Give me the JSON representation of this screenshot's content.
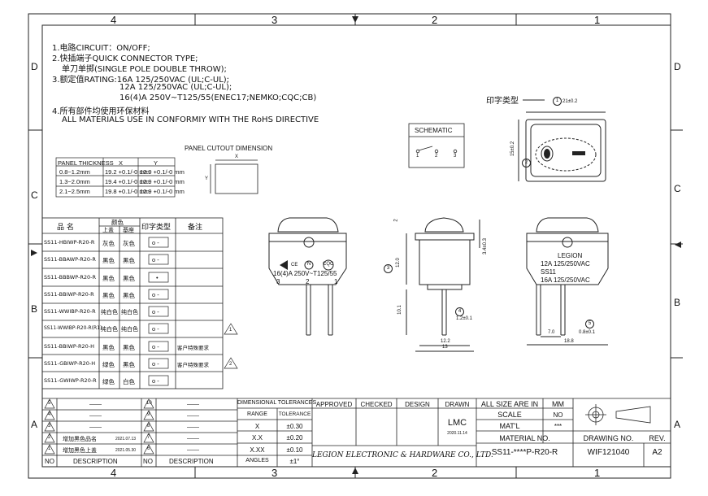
{
  "zones": {
    "top": [
      "4",
      "3",
      "2",
      "1"
    ],
    "bottom": [
      "4",
      "3",
      "2",
      "1"
    ],
    "left": [
      "D",
      "C",
      "B",
      "A"
    ],
    "right": [
      "D",
      "C",
      "B",
      "A"
    ]
  },
  "notes": [
    "1.电路CIRCUIT：ON/OFF;",
    "2.快插端子QUICK CONNECTOR TYPE;",
    "单刀单掷(SINGLE POLE DOUBLE THROW);",
    "3.额定值RATING:16A 125/250VAC (UL;C-UL);",
    "12A 125/250VAC (UL;C-UL);",
    "16(4)A 250V~T125/55(ENEC17;NEMKO;CQC;CB)",
    "4.所有部件均使用环保材料",
    "ALL MATERIALS USE IN CONFORMIY WITH THE RoHS DIRECTIVE"
  ],
  "cutout": {
    "title": "PANEL CUTOUT DIMENSION",
    "x_label": "X",
    "y_label": "Y",
    "headers": [
      "PANEL THICKNESS",
      "X",
      "Y"
    ],
    "rows": [
      [
        "0.8~1.2mm",
        "19.2 +0.1/-0 mm",
        "12.9 +0.1/-0 mm"
      ],
      [
        "1.3~2.0mm",
        "19.4 +0.1/-0 mm",
        "12.9 +0.1/-0 mm"
      ],
      [
        "2.1~2.5mm",
        "19.8 +0.1/-0 mm",
        "12.9 +0.1/-0 mm"
      ]
    ]
  },
  "schematic": {
    "title": "SCHEMATIC",
    "pins": [
      "1",
      "2",
      "3"
    ]
  },
  "print_label": "印字类型",
  "top_view": {
    "dim_width": "21±0.2",
    "dim_height": "15±0.2",
    "callout_1": "1",
    "callout_2": "2"
  },
  "front_view": {
    "pins": [
      "3",
      "2",
      "1"
    ],
    "marking": "16(4)A 250V~T125/55",
    "certs": [
      "CQC",
      "N",
      "CE"
    ]
  },
  "side_view": {
    "dim_top": "2",
    "dim_body": "12.0",
    "dim_right": "3.4±0.3",
    "dim_pin": "10.1",
    "dim_w1": "12.2",
    "dim_w2": "13",
    "dim_pin_t": "1.2±0.1",
    "callout_3": "3",
    "callout_4": "4"
  },
  "rear_view": {
    "marking_lines": [
      "LEGION",
      "12A 125/250VAC",
      "SS11",
      "16A 125/250VAC"
    ],
    "dim_7": "7.0",
    "dim_08": "0.8±0.1",
    "dim_188": "18.8",
    "callout_5": "5"
  },
  "models_table": {
    "headers": {
      "name": "品  名",
      "color": "颜色",
      "cover": "上盖",
      "base": "基座",
      "print": "印字类型",
      "remark": "备注"
    },
    "rows": [
      {
        "name": "SS11-HBIWP-R20-R",
        "cover": "灰色",
        "base": "灰色",
        "print": "o -",
        "remark": ""
      },
      {
        "name": "SS11-BBAWP-R20-R",
        "cover": "黑色",
        "base": "黑色",
        "print": "o -",
        "remark": ""
      },
      {
        "name": "SS11-BBBWP-R20-R",
        "cover": "黑色",
        "base": "黑色",
        "print": "•",
        "remark": ""
      },
      {
        "name": "SS11-BBIWP-R20-R",
        "cover": "黑色",
        "base": "黑色",
        "print": "o -",
        "remark": ""
      },
      {
        "name": "SS11-WWIBP-R20-R",
        "cover": "纯白色",
        "base": "纯白色",
        "print": "o -",
        "remark": ""
      },
      {
        "name": "SS11-WWIBP-R20-R(R1)",
        "cover": "纯白色",
        "base": "纯白色",
        "print": "o -",
        "remark": ""
      },
      {
        "name": "SS11-BBIWP-R20-H",
        "cover": "黑色",
        "base": "黑色",
        "print": "o -",
        "remark": "客户特殊要求"
      },
      {
        "name": "SS11-GBIWP-R20-H",
        "cover": "绿色",
        "base": "黑色",
        "print": "o -",
        "remark": "客户特殊要求"
      },
      {
        "name": "SS11-GWIWP-R20-R",
        "cover": "绿色",
        "base": "白色",
        "print": "o -",
        "remark": ""
      }
    ],
    "rev_marks": [
      "1",
      "2"
    ]
  },
  "revisions": {
    "rows": [
      {
        "no": "5",
        "desc": "——",
        "no2": "10",
        "desc2": "——"
      },
      {
        "no": "4",
        "desc": "——",
        "no2": "9",
        "desc2": "——"
      },
      {
        "no": "3",
        "desc": "——",
        "no2": "8",
        "desc2": "——"
      },
      {
        "no": "2",
        "desc": "增加黑色品名",
        "date": "2021.07.13",
        "no2": "7",
        "desc2": "——"
      },
      {
        "no": "1",
        "desc": "增加黑色上盖",
        "date": "2021.05.30",
        "no2": "6",
        "desc2": "——"
      }
    ],
    "col_no": "NO",
    "col_desc": "DESCRIPTION"
  },
  "tolerances": {
    "title": "DIMENSIONAL TOLERANCES",
    "col_range": "RANGE",
    "col_tol": "TOLERANCE",
    "rows": [
      [
        "X",
        "±0.30"
      ],
      [
        "X.X",
        "±0.20"
      ],
      [
        "X.XX",
        "±0.10"
      ],
      [
        "ANGLES",
        "±1°"
      ]
    ]
  },
  "title_block": {
    "approved": "APPROVED",
    "checked": "CHECKED",
    "design": "DESIGN",
    "drawn": "DRAWN",
    "drawn_by": "LMC",
    "drawn_date": "2020.11.14",
    "company": "LEGION ELECTRONIC & HARDWARE CO., LTD.",
    "units_label": "ALL SIZE ARE IN",
    "units": "MM",
    "scale_label": "SCALE",
    "scale": "NO",
    "mat_label": "MAT'L",
    "mat": "***",
    "material_no_label": "MATERIAL NO.",
    "material_no": "SS11-****P-R20-R",
    "drawing_no_label": "DRAWING NO.",
    "drawing_no": "WIF121040",
    "rev_label": "REV.",
    "rev": "A2"
  }
}
